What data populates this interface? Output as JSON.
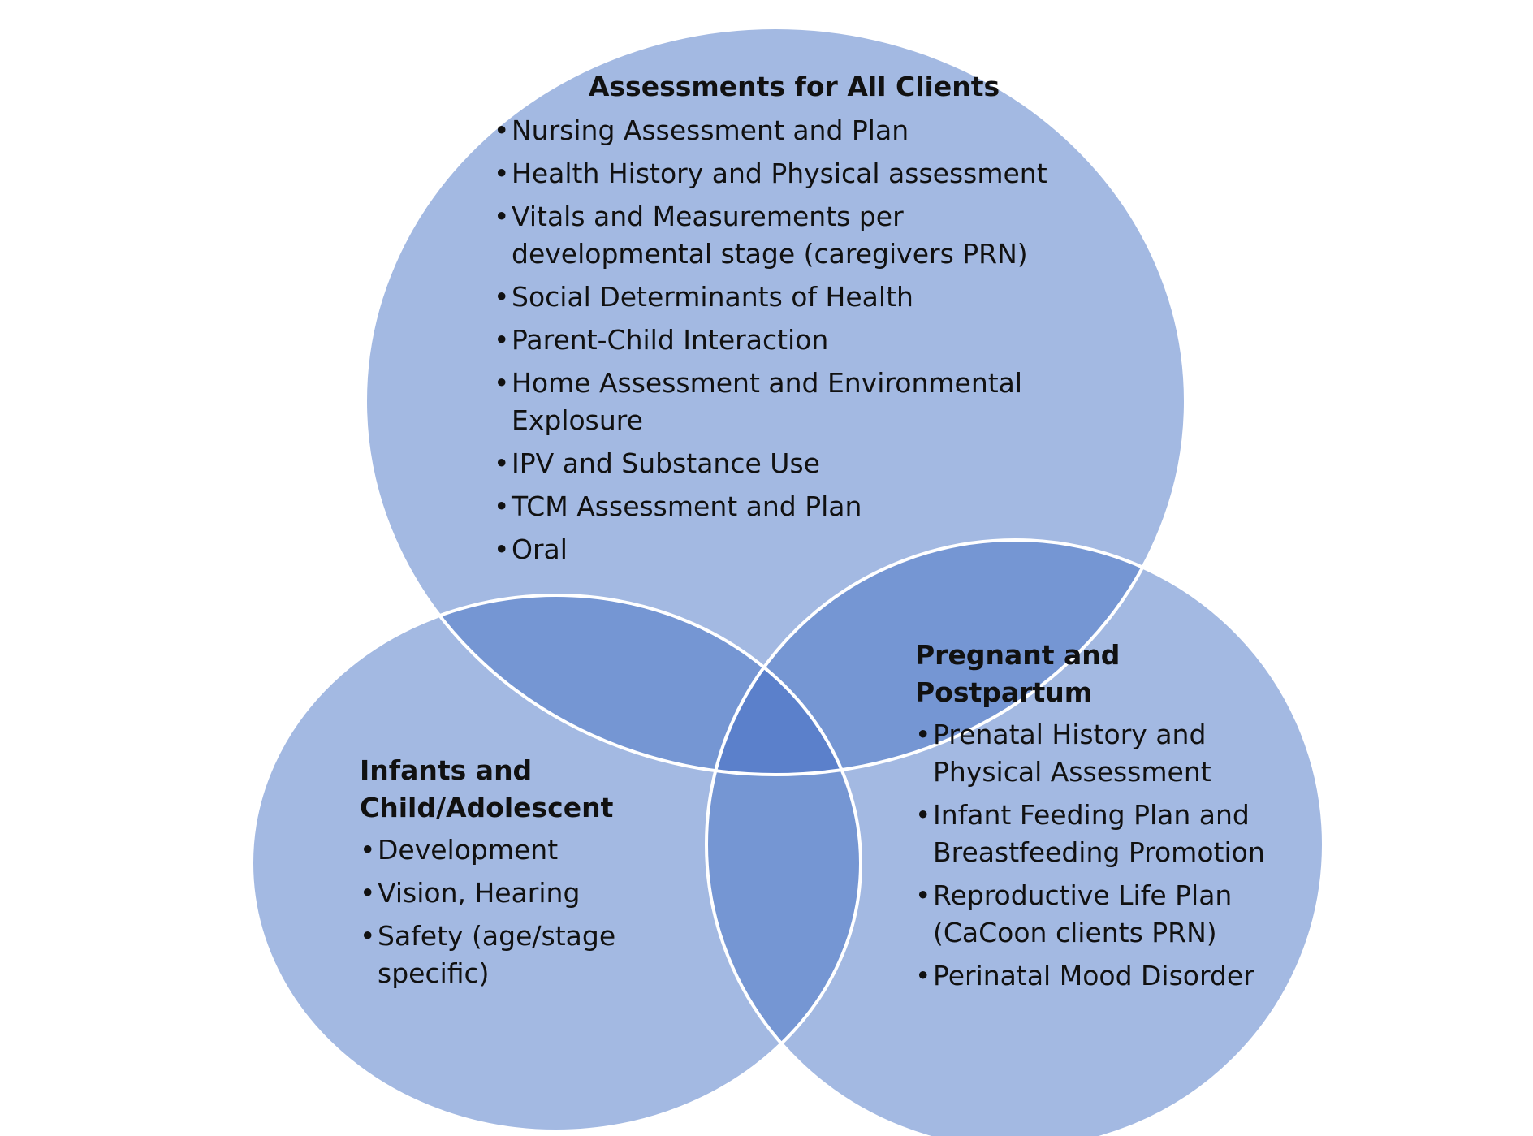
{
  "diagram": {
    "colors": {
      "circle_fill": "#a3b9e2",
      "overlap_fill": "#7596d3",
      "center_fill": "#5b80cb",
      "outline": "#ffffff",
      "text": "#111111"
    },
    "sets": {
      "all_clients": {
        "title": "Assessments for All Clients",
        "items": [
          "Nursing Assessment and Plan",
          "Health History and Physical assessment",
          "Vitals and Measurements per developmental stage (caregivers PRN)",
          "Social Determinants of Health",
          "Parent-Child Interaction",
          "Home Assessment and Environmental Explosure",
          "IPV and Substance Use",
          "TCM Assessment and Plan",
          "Oral"
        ]
      },
      "infants_child": {
        "title": "Infants and Child/Adolescent",
        "items": [
          "Development",
          "Vision, Hearing",
          "Safety (age/stage specific)"
        ]
      },
      "pregnant_postpartum": {
        "title": "Pregnant and Postpartum",
        "items": [
          "Prenatal History and Physical Assessment",
          "Infant Feeding Plan and Breastfeeding Promotion",
          "Reproductive Life Plan (CaCoon clients PRN)",
          "Perinatal Mood Disorder"
        ]
      }
    }
  }
}
